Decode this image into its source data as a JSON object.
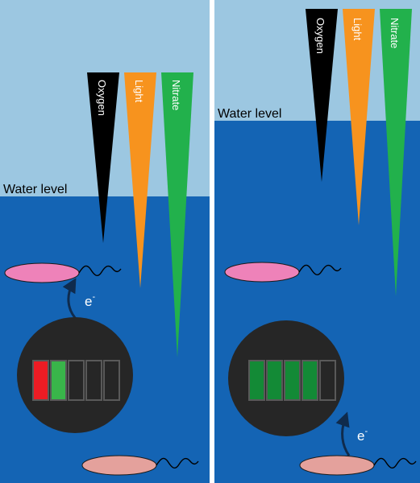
{
  "labels": {
    "water_level": "Water level",
    "oxygen": "Oxygen",
    "light": "Light",
    "nitrate": "Nitrate",
    "electron": "e",
    "electron_superscript": "-"
  },
  "colors": {
    "sky": "#9cc7e1",
    "water": "#1464b4",
    "oxygen": "#000000",
    "light": "#f7931e",
    "nitrate": "#22b14c",
    "bacterium_top": "#ee82b9",
    "bacterium_bottom": "#e4a19c",
    "battery_body": "#262626",
    "cell_red": "#ed1c24",
    "cell_green": "#39b54a",
    "cell_dark_green": "#138a36",
    "cell_outline": "#595959",
    "divider": "#ffffff"
  },
  "panels": [
    {
      "id": "left",
      "battery_cells": [
        "red",
        "green",
        "empty",
        "empty",
        "empty"
      ],
      "electron_flow": "battery-to-top-bacterium"
    },
    {
      "id": "right",
      "battery_cells": [
        "dark-green",
        "dark-green",
        "dark-green",
        "dark-green",
        "empty"
      ],
      "electron_flow": "bottom-bacterium-to-battery"
    }
  ]
}
